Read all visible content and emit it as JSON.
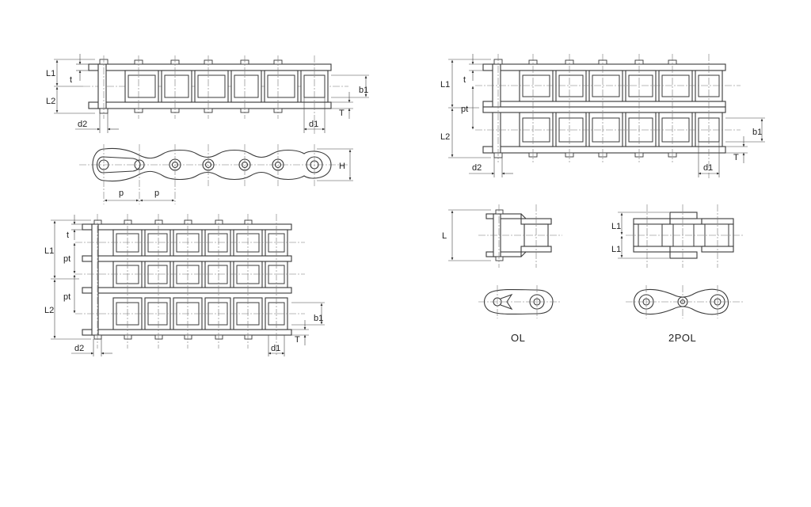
{
  "labels": {
    "L1": "L1",
    "L2": "L2",
    "t": "t",
    "pt": "pt",
    "b1": "b1",
    "T": "T",
    "d1": "d1",
    "d2": "d2",
    "H": "H",
    "p": "p",
    "L": "L"
  },
  "captions": {
    "ol": "OL",
    "pol": "2POL"
  },
  "colors": {
    "line": "#3a3a3a",
    "background": "#ffffff"
  }
}
